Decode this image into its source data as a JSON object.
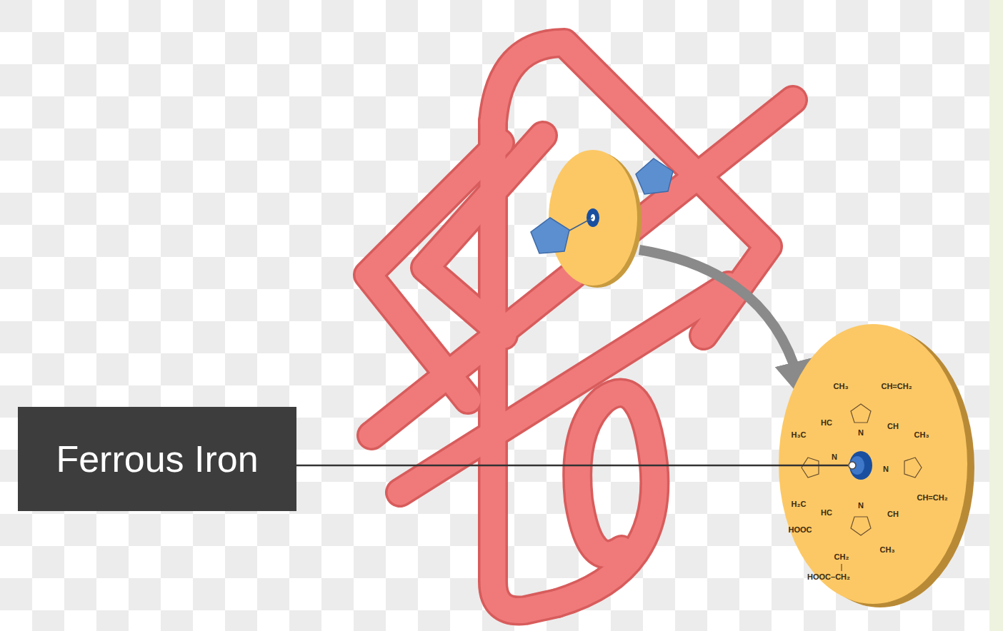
{
  "diagram": {
    "nodes": [
      {
        "text": [
          "Ferrous Iron"
        ]
      }
    ],
    "labels": [
      "CH₃",
      "CH=CH₂",
      "HC",
      "CH",
      "H₃C",
      "CH₃",
      "N",
      "N",
      "N",
      "N",
      "CH=CH₂",
      "H₂C",
      "HOOC",
      "HC",
      "CH",
      "CH₃",
      "CH₂",
      "HOOC–CH₂"
    ]
  }
}
